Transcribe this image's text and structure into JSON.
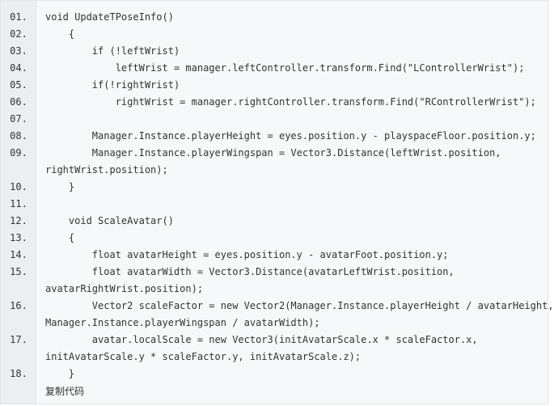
{
  "lines": [
    {
      "n": "01.",
      "code": "void UpdateTPoseInfo()"
    },
    {
      "n": "02.",
      "code": "    {"
    },
    {
      "n": "03.",
      "code": "        if (!leftWrist)"
    },
    {
      "n": "04.",
      "code": "            leftWrist = manager.leftController.transform.Find(\"LControllerWrist\");"
    },
    {
      "n": "05.",
      "code": "        if(!rightWrist)"
    },
    {
      "n": "06.",
      "code": "            rightWrist = manager.rightController.transform.Find(\"RControllerWrist\");"
    },
    {
      "n": "07.",
      "code": ""
    },
    {
      "n": "08.",
      "code": "        Manager.Instance.playerHeight = eyes.position.y - playspaceFloor.position.y;"
    },
    {
      "n": "09.",
      "code": "        Manager.Instance.playerWingspan = Vector3.Distance(leftWrist.position,"
    },
    {
      "n": "",
      "code": "rightWrist.position);"
    },
    {
      "n": "10.",
      "code": "    }"
    },
    {
      "n": "11.",
      "code": ""
    },
    {
      "n": "12.",
      "code": "    void ScaleAvatar()"
    },
    {
      "n": "13.",
      "code": "    {"
    },
    {
      "n": "14.",
      "code": "        float avatarHeight = eyes.position.y - avatarFoot.position.y;"
    },
    {
      "n": "15.",
      "code": "        float avatarWidth = Vector3.Distance(avatarLeftWrist.position,"
    },
    {
      "n": "",
      "code": "avatarRightWrist.position);"
    },
    {
      "n": "16.",
      "code": "        Vector2 scaleFactor = new Vector2(Manager.Instance.playerHeight / avatarHeight,"
    },
    {
      "n": "",
      "code": "Manager.Instance.playerWingspan / avatarWidth);"
    },
    {
      "n": "17.",
      "code": "        avatar.localScale = new Vector3(initAvatarScale.x * scaleFactor.x,"
    },
    {
      "n": "",
      "code": "initAvatarScale.y * scaleFactor.y, initAvatarScale.z);"
    },
    {
      "n": "18.",
      "code": "    }"
    }
  ],
  "footer": {
    "copy_label": "复制代码"
  }
}
